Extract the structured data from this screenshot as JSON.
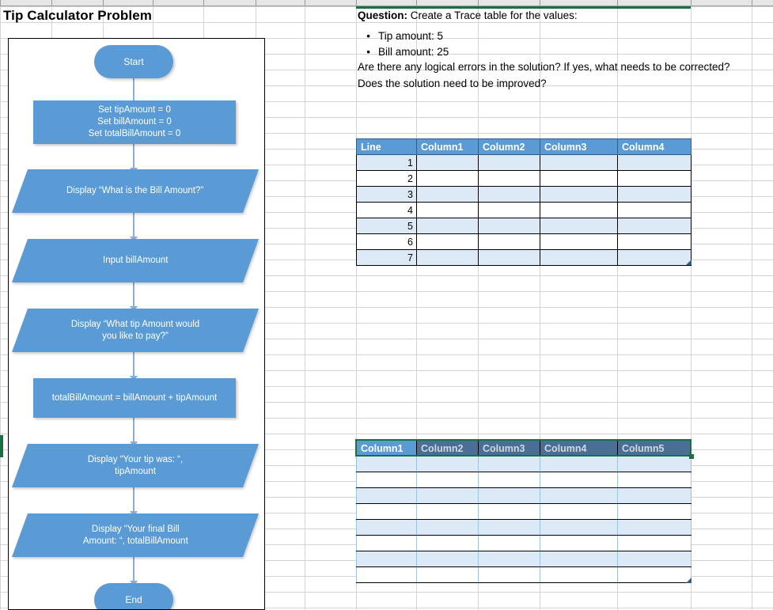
{
  "title": "Tip Calculator Problem",
  "question": {
    "lead_label": "Question:",
    "lead_text": " Create a Trace table for the values:",
    "bullets": [
      "Tip amount: 5",
      "Bill amount: 25"
    ],
    "line3": "Are there any logical errors in the solution? If yes, what needs to be corrected?",
    "line4": "Does the solution need to be improved?"
  },
  "trace_table": {
    "headers": [
      "Line",
      "Column1",
      "Column2",
      "Column3",
      "Column4"
    ],
    "rows": [
      [
        "1",
        "",
        "",
        "",
        ""
      ],
      [
        "2",
        "",
        "",
        "",
        ""
      ],
      [
        "3",
        "",
        "",
        "",
        ""
      ],
      [
        "4",
        "",
        "",
        "",
        ""
      ],
      [
        "5",
        "",
        "",
        "",
        ""
      ],
      [
        "6",
        "",
        "",
        "",
        ""
      ],
      [
        "7",
        "",
        "",
        "",
        ""
      ]
    ]
  },
  "second_table": {
    "headers": [
      "Column1",
      "Column2",
      "Column3",
      "Column4",
      "Column5"
    ],
    "active_header_index": 0,
    "rows": [
      [
        "",
        "",
        "",
        "",
        ""
      ],
      [
        "",
        "",
        "",
        "",
        ""
      ],
      [
        "",
        "",
        "",
        "",
        ""
      ],
      [
        "",
        "",
        "",
        "",
        ""
      ],
      [
        "",
        "",
        "",
        "",
        ""
      ],
      [
        "",
        "",
        "",
        "",
        ""
      ],
      [
        "",
        "",
        "",
        "",
        ""
      ],
      [
        "",
        "",
        "",
        "",
        ""
      ]
    ]
  },
  "flowchart": {
    "nodes": [
      {
        "id": "start",
        "type": "terminator",
        "text": "Start"
      },
      {
        "id": "init",
        "type": "process",
        "text": "Set tipAmount = 0\nSet billAmount = 0\nSet totalBillAmount = 0"
      },
      {
        "id": "disp1",
        "type": "io",
        "text": "Display “What is the Bill Amount?”"
      },
      {
        "id": "input1",
        "type": "io",
        "text": "Input billAmount"
      },
      {
        "id": "disp2",
        "type": "io",
        "text": "Display “What tip Amount would\nyou like to pay?”"
      },
      {
        "id": "calc",
        "type": "process",
        "text": "totalBillAmount = billAmount + tipAmount"
      },
      {
        "id": "disp3",
        "type": "io",
        "text": "Display “Your tip was: “,\ntipAmount"
      },
      {
        "id": "disp4",
        "type": "io",
        "text": "Display “Your final Bill\nAmount: “, totalBillAmount"
      },
      {
        "id": "end",
        "type": "terminator",
        "text": "End"
      }
    ]
  },
  "colors": {
    "shape_fill": "#5B9BD5",
    "connector": "#8FAADC",
    "table_header": "#5B9BD5",
    "table_band": "#DCE9F7",
    "selection_green": "#1a7040",
    "selected_header": "#4A6E96",
    "grid_line": "#d4d4d4"
  }
}
